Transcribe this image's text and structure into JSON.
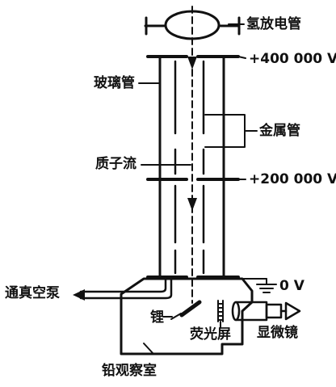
{
  "labels": {
    "hydrogen_tube": "氢放电管",
    "voltage_top": "+400 000 V",
    "glass_tube": "玻璃管",
    "metal_tube": "金属管",
    "proton_stream": "质子流",
    "voltage_mid": "+200 000 V",
    "voltage_zero": "0 V",
    "vacuum_pump": "通真空泵",
    "lithium": "锂",
    "fluorescent_screen": "荧光屏",
    "microscope": "显微镜",
    "lead_chamber": "铅观察室"
  },
  "colors": {
    "ink": "#111111",
    "background": "#ffffff"
  }
}
